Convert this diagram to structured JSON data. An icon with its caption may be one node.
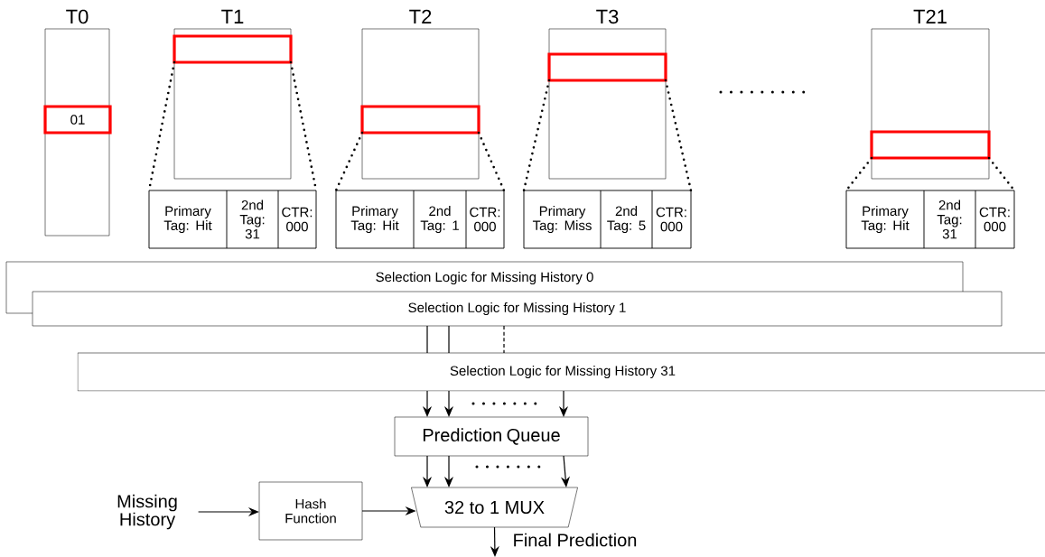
{
  "diagram": {
    "nodes": [
      {
        "text": [
          "T0"
        ]
      },
      {
        "text": [
          "01"
        ],
        "in": 0
      },
      {
        "text": [
          "T1"
        ]
      },
      {
        "text": [],
        "shape": "box",
        "in": 2
      },
      {
        "text": [],
        "shape": "box"
      },
      {
        "text": [
          "Primary Tag: Hit"
        ],
        "in": 4
      },
      {
        "text": [
          "2nd Tag: 31"
        ],
        "in": 4
      },
      {
        "text": [
          "CTR: 000"
        ],
        "in": 4
      },
      {
        "text": [
          "T2"
        ]
      },
      {
        "text": [],
        "shape": "box",
        "in": 8
      },
      {
        "text": [],
        "shape": "box"
      },
      {
        "text": [
          "Primary Tag: Hit"
        ],
        "in": 10
      },
      {
        "text": [
          "2nd Tag: 1"
        ],
        "in": 10
      },
      {
        "text": [
          "CTR: 000"
        ],
        "in": 10
      },
      {
        "text": [
          "T3"
        ]
      },
      {
        "text": [],
        "shape": "box",
        "in": 14
      },
      {
        "text": [],
        "shape": "box"
      },
      {
        "text": [
          "Primary Tag: Miss"
        ],
        "in": 16
      },
      {
        "text": [
          "2nd Tag: 5"
        ],
        "in": 16
      },
      {
        "text": [
          "CTR: 000"
        ],
        "in": 16
      },
      {
        "text": [
          "T21"
        ]
      },
      {
        "text": [],
        "shape": "box",
        "in": 20
      },
      {
        "text": [],
        "shape": "box"
      },
      {
        "text": [
          "Primary Tag: Hit"
        ],
        "in": 22
      },
      {
        "text": [
          "2nd Tag: 31"
        ],
        "in": 22
      },
      {
        "text": [
          "CTR: 000"
        ],
        "in": 22
      },
      {
        "text": [
          "Selection Logic for Missing History 0"
        ]
      },
      {
        "text": [
          "Selection Logic for Missing History 1"
        ]
      },
      {
        "text": [
          "Selection Logic for Missing History 31"
        ]
      },
      {
        "text": [
          "Prediction Queue"
        ]
      },
      {
        "text": [
          "Missing History"
        ]
      },
      {
        "text": [
          "Hash Function"
        ]
      },
      {
        "text": [
          "32 to 1 MUX"
        ]
      }
    ],
    "edges": [
      {
        "from": 3,
        "to": 4,
        "arrow": "none",
        "style": "dashed"
      },
      {
        "from": 3,
        "to": 4,
        "arrow": "none",
        "style": "dashed"
      },
      {
        "from": 9,
        "to": 10,
        "arrow": "none",
        "style": "dashed"
      },
      {
        "from": 9,
        "to": 10,
        "arrow": "none",
        "style": "dashed"
      },
      {
        "from": 15,
        "to": 16,
        "arrow": "none",
        "style": "dashed"
      },
      {
        "from": 15,
        "to": 16,
        "arrow": "none",
        "style": "dashed"
      },
      {
        "from": 21,
        "to": 22,
        "arrow": "none",
        "style": "dashed"
      },
      {
        "from": 21,
        "to": 22,
        "arrow": "none",
        "style": "dashed"
      },
      {
        "from": 27,
        "to": 28,
        "arrow": "none"
      },
      {
        "from": 27,
        "to": 28,
        "arrow": "none"
      },
      {
        "from": 27,
        "to": 28,
        "arrow": "none",
        "style": "dashed"
      },
      {
        "from": 28,
        "to": 29,
        "arrow": "to"
      },
      {
        "from": 28,
        "to": 29,
        "arrow": "to"
      },
      {
        "from": 28,
        "to": 29,
        "arrow": "to"
      },
      {
        "from": 29,
        "to": 32,
        "arrow": "to"
      },
      {
        "from": 29,
        "to": 32,
        "arrow": "to"
      },
      {
        "from": 29,
        "to": 32,
        "arrow": "to"
      },
      {
        "from": 30,
        "to": 31,
        "arrow": "to"
      },
      {
        "from": 31,
        "to": 32,
        "arrow": "to"
      },
      {
        "from": 32,
        "to": null,
        "arrow": "to",
        "label": "Final Prediction"
      }
    ]
  }
}
